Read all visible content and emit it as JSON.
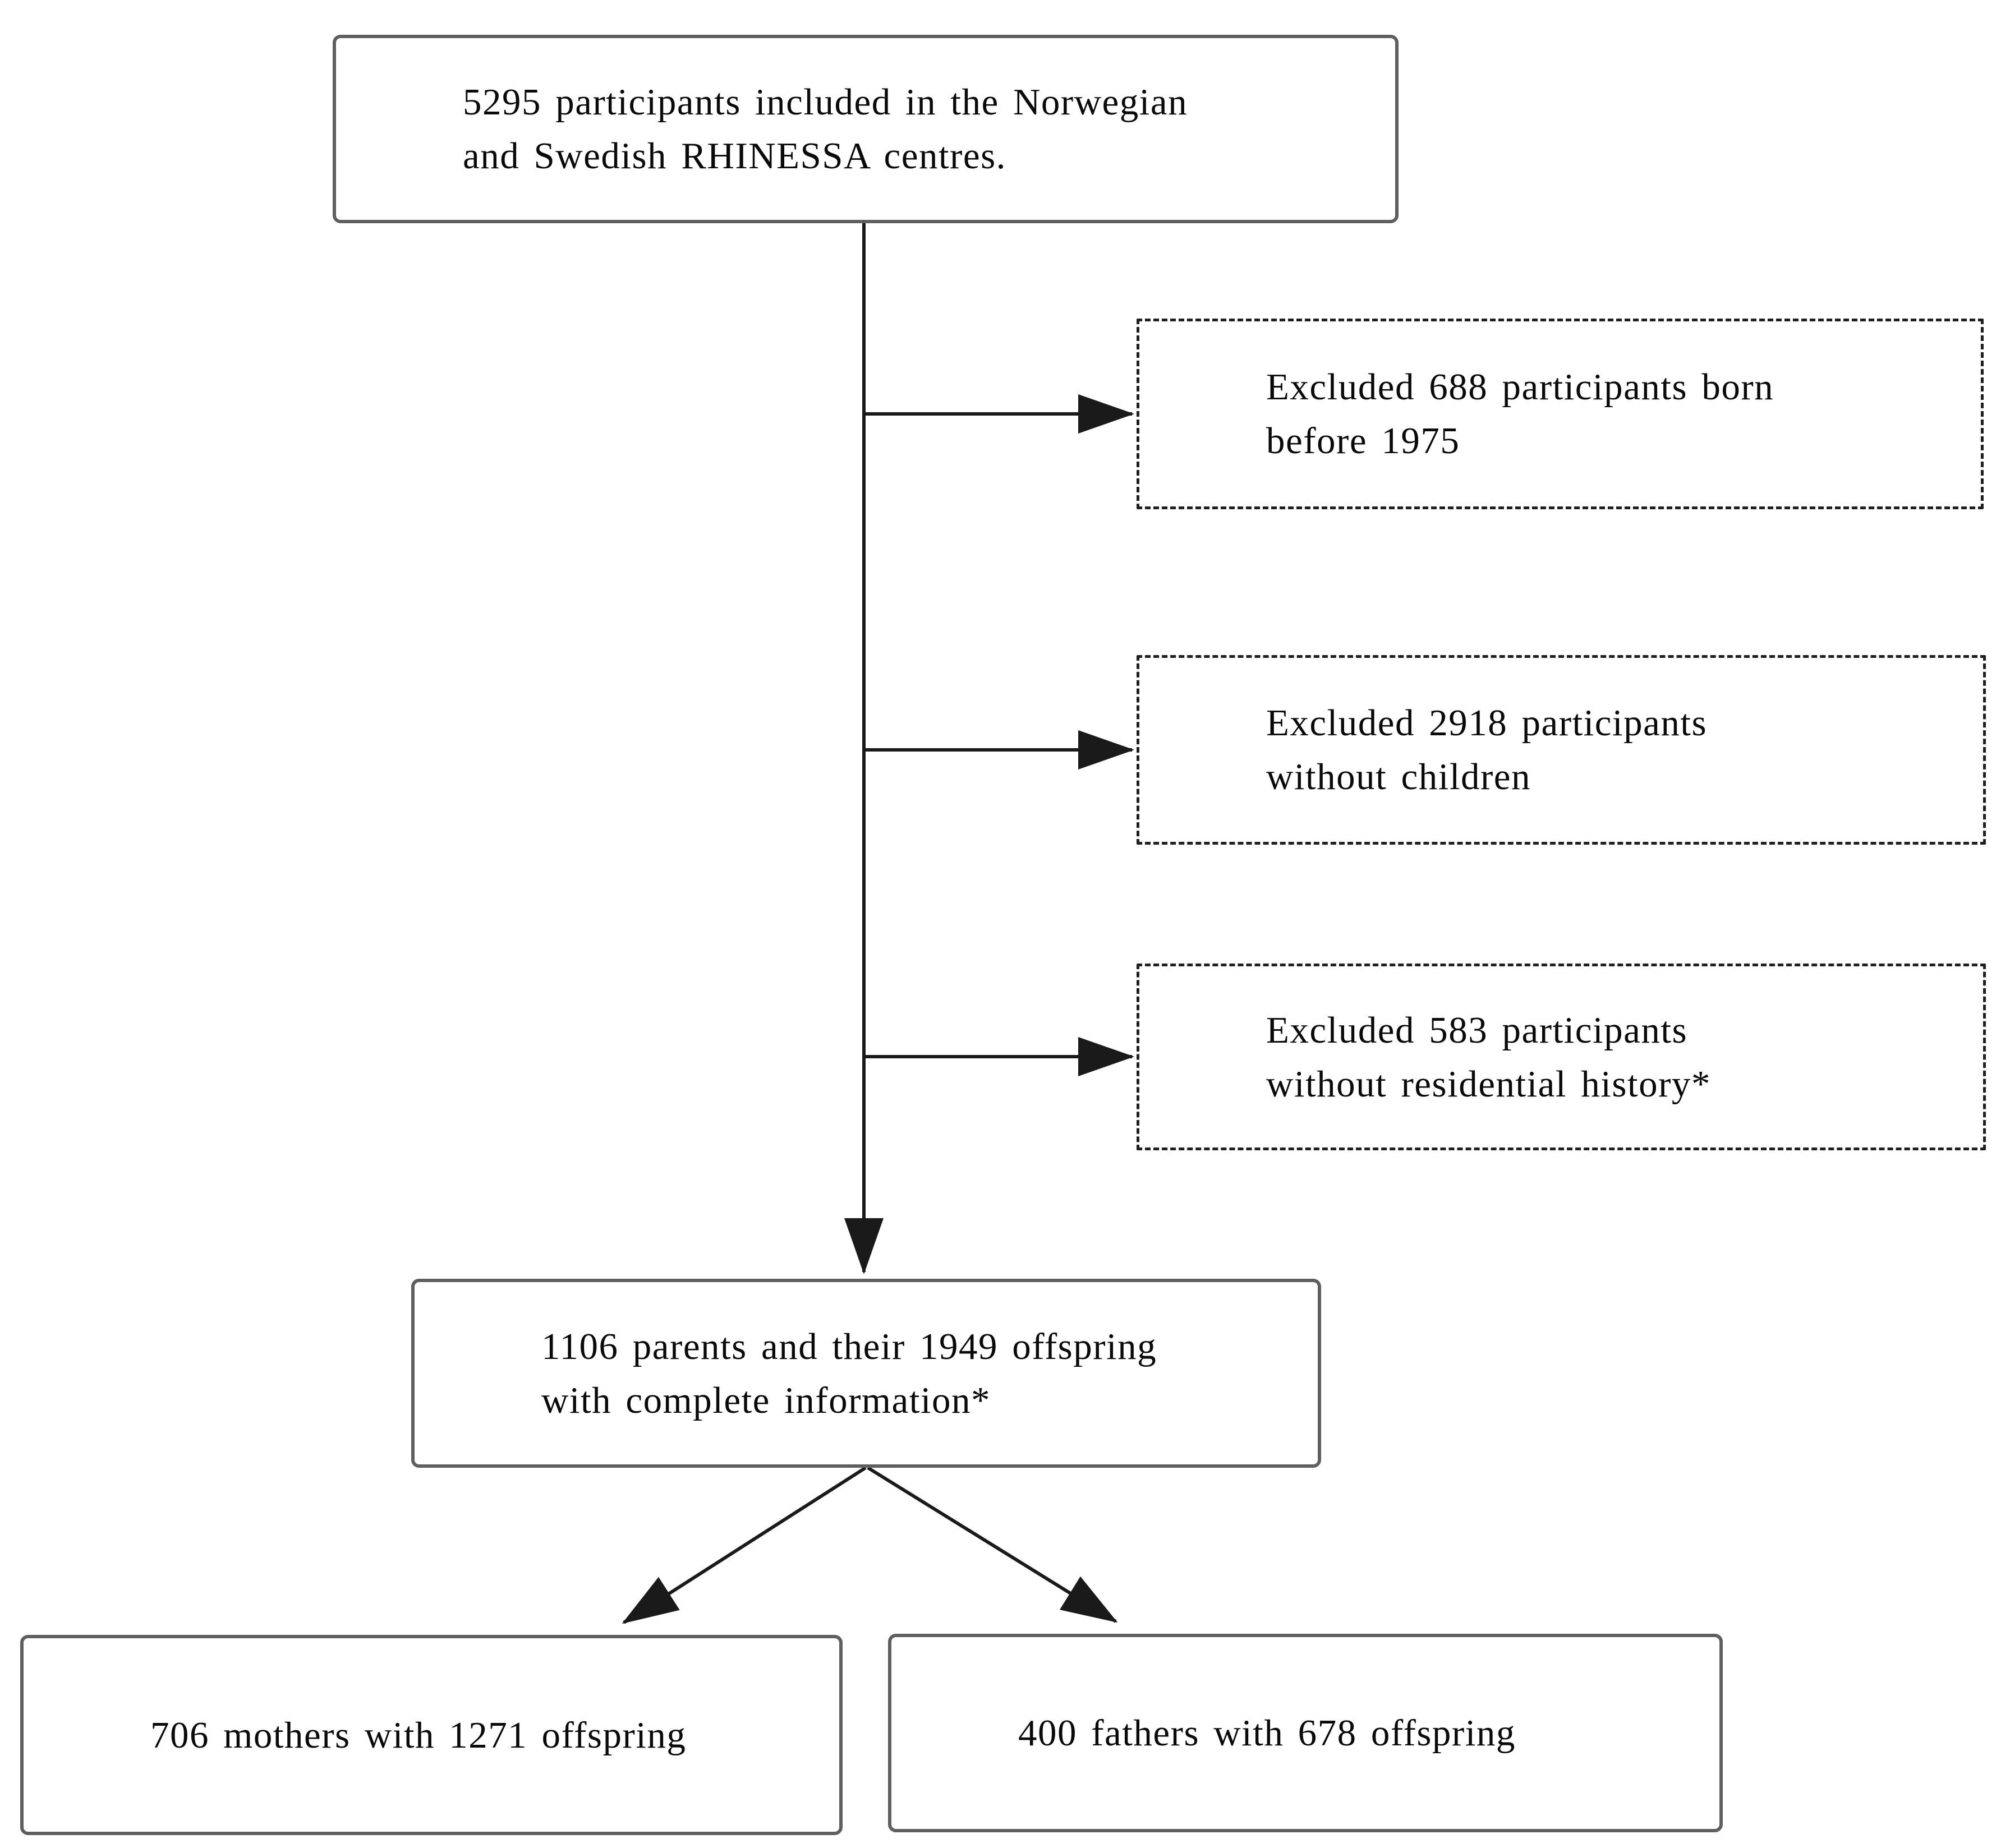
{
  "flowchart": {
    "top_box": {
      "line1": "5295 participants included in the Norwegian",
      "line2": "and Swedish RHINESSA centres."
    },
    "excluded_boxes": [
      {
        "line1": "Excluded 688 participants born",
        "line2": "before 1975"
      },
      {
        "line1": "Excluded 2918 participants",
        "line2": "without children"
      },
      {
        "line1": "Excluded 583 participants",
        "line2": "without residential history*"
      }
    ],
    "complete_box": {
      "line1": "1106 parents and their 1949 offspring",
      "line2": "with complete information*"
    },
    "mothers_box": {
      "line1": "706 mothers with 1271 offspring"
    },
    "fathers_box": {
      "line1": "400 fathers with 678 offspring"
    }
  },
  "colors": {
    "background": "#ffffff",
    "text": "#0a0a0a",
    "solid_border": "#5f5f5f",
    "dashed_border": "#1f1f1f",
    "connector": "#1a1a1a"
  }
}
